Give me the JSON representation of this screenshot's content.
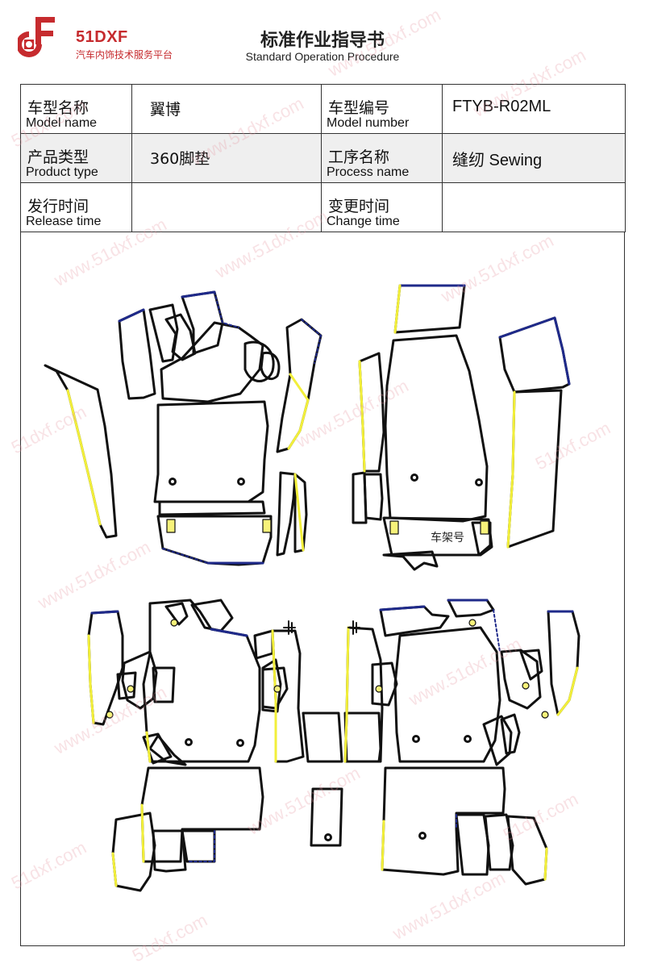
{
  "header": {
    "brand": "51DXF",
    "tagline": "汽车内饰技术服务平台",
    "title_zh": "标准作业指导书",
    "title_en": "Standard Operation Procedure"
  },
  "info_table": {
    "model_name": {
      "label_zh": "车型名称",
      "label_en": "Model name",
      "value": "翼博"
    },
    "model_number": {
      "label_zh": "车型编号",
      "label_en": "Model number",
      "value": "FTYB-R02ML"
    },
    "product_type": {
      "label_zh": "产品类型",
      "label_en": "Product type",
      "value": "360脚垫"
    },
    "process_name": {
      "label_zh": "工序名称",
      "label_en": "Process name",
      "value": "缝纫 Sewing"
    },
    "release_time": {
      "label_zh": "发行时间",
      "label_en": "Release time",
      "value": ""
    },
    "change_time": {
      "label_zh": "变更时间",
      "label_en": "Change time",
      "value": ""
    }
  },
  "drawing": {
    "frame_label": "车架号",
    "colors": {
      "outline": "#111111",
      "edge_blue": "#1f2a8a",
      "edge_yellow": "#f2ef3a",
      "mark_yellow": "#f7f27a"
    }
  },
  "watermark": {
    "text": "www.51dxf.com",
    "short": "51dxf.com",
    "color": "#e696a0"
  },
  "logo_colors": {
    "red": "#c62b2e"
  }
}
